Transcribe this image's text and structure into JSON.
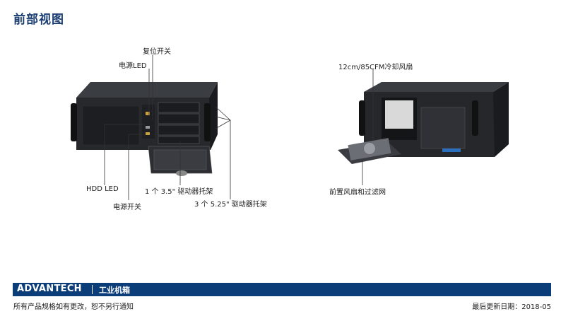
{
  "page_title": "前部视图",
  "left_labels": {
    "reset_switch": "复位开关",
    "power_led": "电源LED",
    "hdd_led": "HDD LED",
    "power_switch": "电源开关",
    "bay_35": "1 个 3.5\" 驱动器托架",
    "bay_525": "3 个 5.25\" 驱动器托架"
  },
  "right_labels": {
    "fan": "12cm/85CFM冷却风扇",
    "filter": "前置风扇和过滤网"
  },
  "footer": {
    "brand": "ADVANTECH",
    "category": "工业机箱",
    "note": "所有产品规格如有更改，恕不另行通知",
    "updated": "最后更新日期：2018-05"
  },
  "colors": {
    "brand_blue": "#0b3d79",
    "title_blue": "#1c3f72"
  }
}
